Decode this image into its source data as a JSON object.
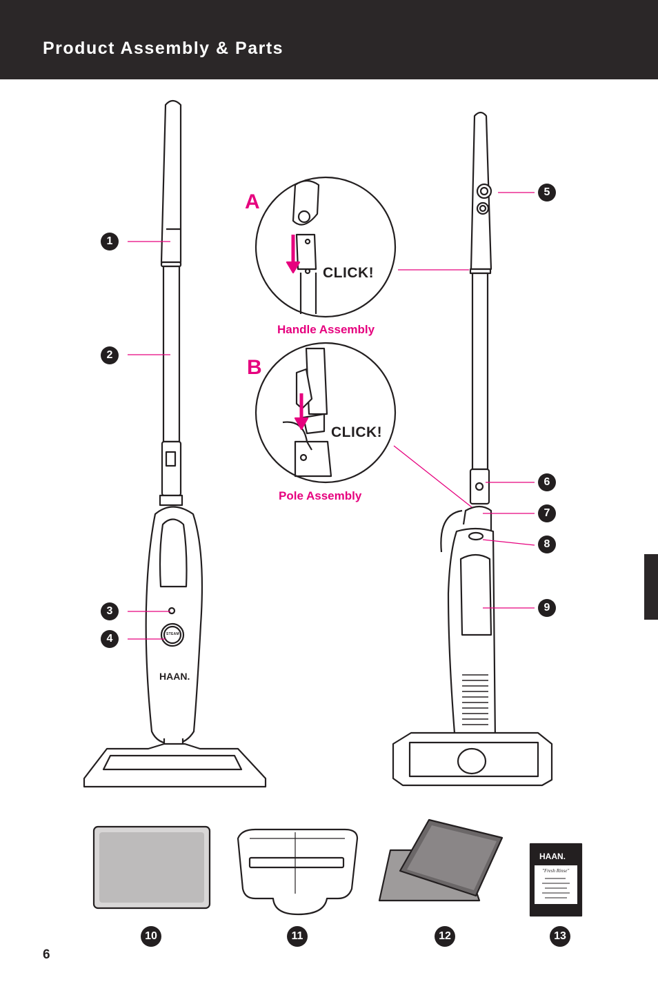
{
  "header": {
    "title": "Product Assembly & Parts"
  },
  "insets": {
    "a": {
      "letter": "A",
      "click_text": "CLICK!",
      "caption": "Handle Assembly"
    },
    "b": {
      "letter": "B",
      "click_text": "CLICK!",
      "caption": "Pole Assembly"
    }
  },
  "mop": {
    "brand": "HAAN.",
    "steam_label": "STEAM"
  },
  "callouts": [
    "1",
    "2",
    "3",
    "4",
    "5",
    "6",
    "7",
    "8",
    "9"
  ],
  "accessories": {
    "numbers": [
      "10",
      "11",
      "12",
      "13"
    ],
    "package": {
      "brand": "HAAN.",
      "product": "\"Fresh Rinse\""
    }
  },
  "footer": {
    "page_number": "6"
  },
  "colors": {
    "accent": "#e6007e",
    "dark": "#2b2728",
    "ink": "#231f20"
  }
}
